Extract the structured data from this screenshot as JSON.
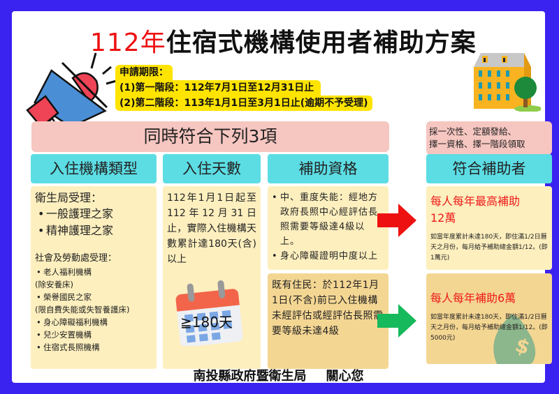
{
  "title": {
    "year": "112年",
    "rest": "住宿式機構使用者補助方案"
  },
  "application_period": {
    "label": "申請期限：",
    "phase1": "(1)第一階段：112年7月1日至12月31日止",
    "phase2": "(2)第二階段：113年1月1日至3月1日止(逾期不予受理)"
  },
  "banner": "同時符合下列3項",
  "note": {
    "line1": "採一次性、定額發給、",
    "line2": "擇一資格、擇一階段領取"
  },
  "columns": {
    "institution_type": {
      "header": "入住機構類型",
      "health_bureau_label": "衛生局受理：",
      "health_bureau_items": [
        "一般護理之家",
        "精神護理之家"
      ],
      "social_label": "社會及勞動處受理：",
      "social_items": [
        {
          "text": "老人福利機構",
          "bullet": true
        },
        {
          "text": "(除安養床)",
          "bullet": false
        },
        {
          "text": "榮譽國民之家",
          "bullet": true
        },
        {
          "text": "(限自費失能或失智養護床)",
          "bullet": false
        },
        {
          "text": "身心障礙福利機構",
          "bullet": true
        },
        {
          "text": "兒少安置機構",
          "bullet": true
        },
        {
          "text": "住宿式長照機構",
          "bullet": true
        }
      ]
    },
    "days": {
      "header": "入住天數",
      "text": "112年1月1日起至112年12月31日止，實際入住機構天數累計達180天(含)以上",
      "calendar_label": "≧180天"
    },
    "eligibility": {
      "header": "補助資格",
      "items": [
        "中、重度失能：經地方政府長照中心經評估長照需要等級達4級以上。",
        "身心障礙證明中度以上"
      ],
      "existing_resident": "既有住民：於112年1月1日(不含)前已入住機構未經評估或經評估長照需要等級未達4級"
    },
    "recipients": {
      "header": "符合補助者",
      "tier1": {
        "amount_line1": "每人每年最高補助",
        "amount_line2": "12萬",
        "detail": "如當年度累計未達180天，即住滿1/2日曆天之月份，每月給予補助總金額1/12。(即1萬元)"
      },
      "tier2": {
        "amount": "每人每年補助6萬",
        "detail": "如當年度累計未達180天，即住滿1/2日曆天之月份，每月給予補助總金額1/12。(即5000元)"
      }
    }
  },
  "footer": {
    "org": "南投縣政府暨衛生局",
    "message": "關心您"
  },
  "colors": {
    "frame": "#3a22f0",
    "title_red": "#ee1111",
    "highlight_yellow": "#ffe400",
    "pink": "#f6c6c0",
    "cyan": "#5cdde4",
    "cream": "#fdefbe",
    "tan": "#f4d693",
    "arrow_red": "#ee1111",
    "arrow_green": "#16b95c"
  }
}
